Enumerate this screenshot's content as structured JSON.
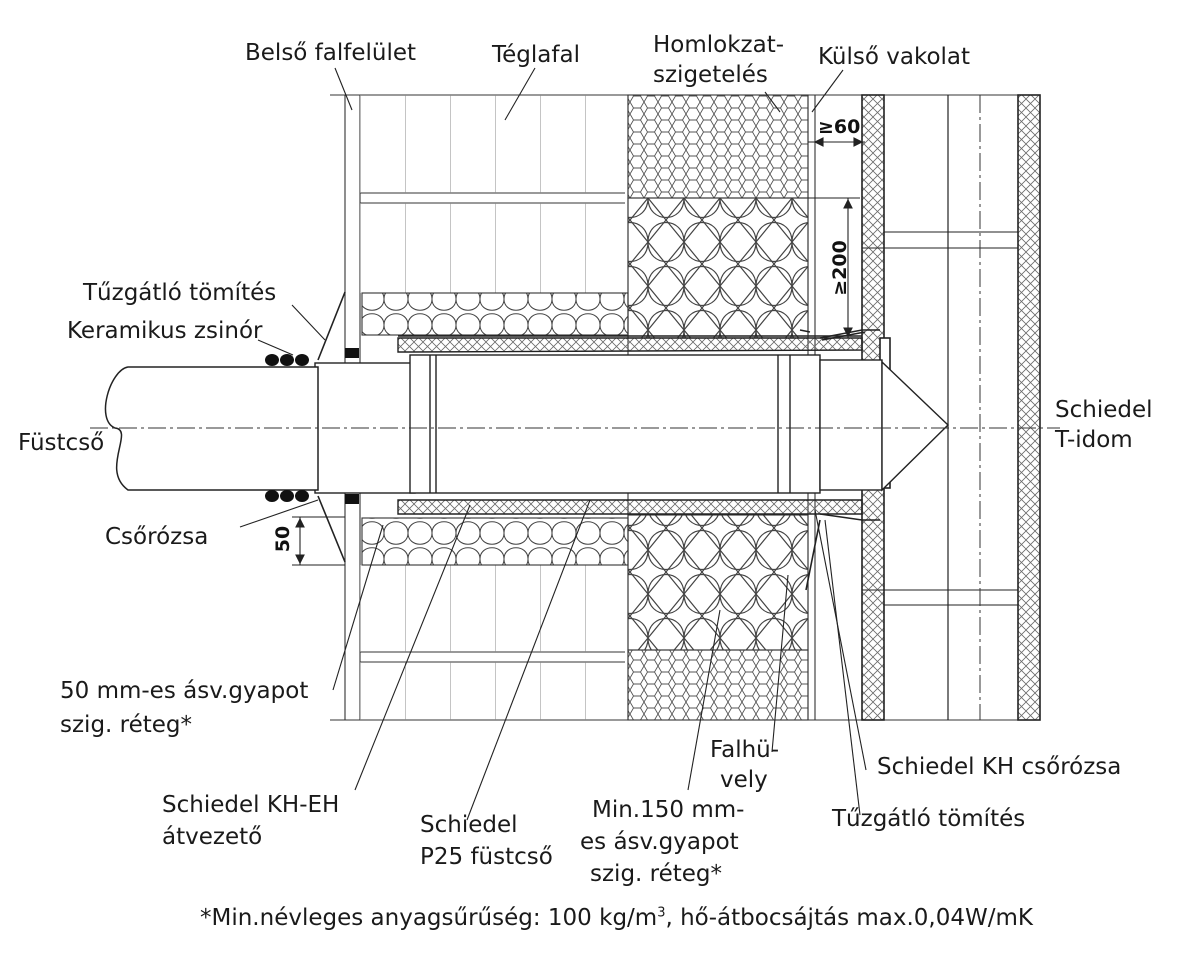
{
  "labels": {
    "belso_falfelulet": "Belső falfelület",
    "teglafal": "Téglafal",
    "homlokzat_1": "Homlokzat-",
    "homlokzat_2": "szigetelés",
    "kulso_vakolat": "Külső vakolat",
    "tuzgatlo_tomites_left": "Tűzgátló tömítés",
    "keramikus_zsinor": "Keramikus zsinór",
    "fustcso": "Füstcső",
    "csorozsa": "Csőrózsa",
    "schiedel_t_1": "Schiedel",
    "schiedel_t_2": "T-idom",
    "asv_50_1": "50 mm-es ásv.gyapot",
    "asv_50_2": "szig. réteg*",
    "falhuvely_1": "Falhü-",
    "falhuvely_2": "vely",
    "kh_csorozsa": "Schiedel KH csőrózsa",
    "tuzgatlo_tomites_right": "Tűzgátló tömítés",
    "kh_eh_1": "Schiedel KH-EH",
    "kh_eh_2": "átvezető",
    "p25_1": "Schiedel",
    "p25_2": "P25 füstcső",
    "asv_150_1": "Min.150 mm-",
    "asv_150_2": "es ásv.gyapot",
    "asv_150_3": "szig. réteg*"
  },
  "dimensions": {
    "d60": "≥60",
    "d200": "≥200",
    "d50": "50"
  },
  "footnote": {
    "pre": "*Min.névleges anyagsűrűség: 100 kg/m",
    "sup": "3",
    "post": ", hő-átbocsájtás max.0,04W/mK"
  },
  "colors": {
    "line": "#222222",
    "hatch": "#555555"
  }
}
